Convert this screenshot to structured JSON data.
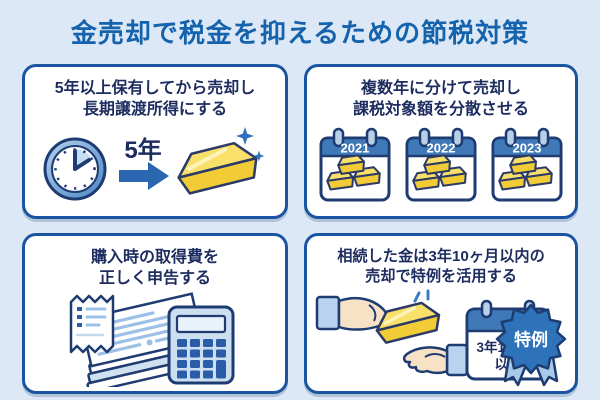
{
  "title": "金売却で税金を抑えるための節税対策",
  "colors": {
    "background": "#dce8f5",
    "card_border": "#1b55a2",
    "title_blue": "#1463ac",
    "heading_navy": "#1d2c5f",
    "gold": "#f2cc37",
    "gold_light": "#f9e06a",
    "accent_blue": "#2e73b9",
    "calendar_header_blue": "#4079b8"
  },
  "cards": [
    {
      "heading_line1": "5年以上保有してから売却し",
      "heading_line2": "長期譲渡所得にする",
      "duration_label": "5年"
    },
    {
      "heading_line1": "複数年に分けて売却し",
      "heading_line2": "課税対象額を分散させる",
      "years": [
        "2021",
        "2022",
        "2023"
      ]
    },
    {
      "heading_line1": "購入時の取得費を",
      "heading_line2": "正しく申告する"
    },
    {
      "heading_line1": "相続した金は3年10ヶ月以内の",
      "heading_line2": "売却で特例を活用する",
      "calendar_line1": "3年10ヶ月",
      "calendar_line2": "以内",
      "badge_label": "特例"
    }
  ]
}
